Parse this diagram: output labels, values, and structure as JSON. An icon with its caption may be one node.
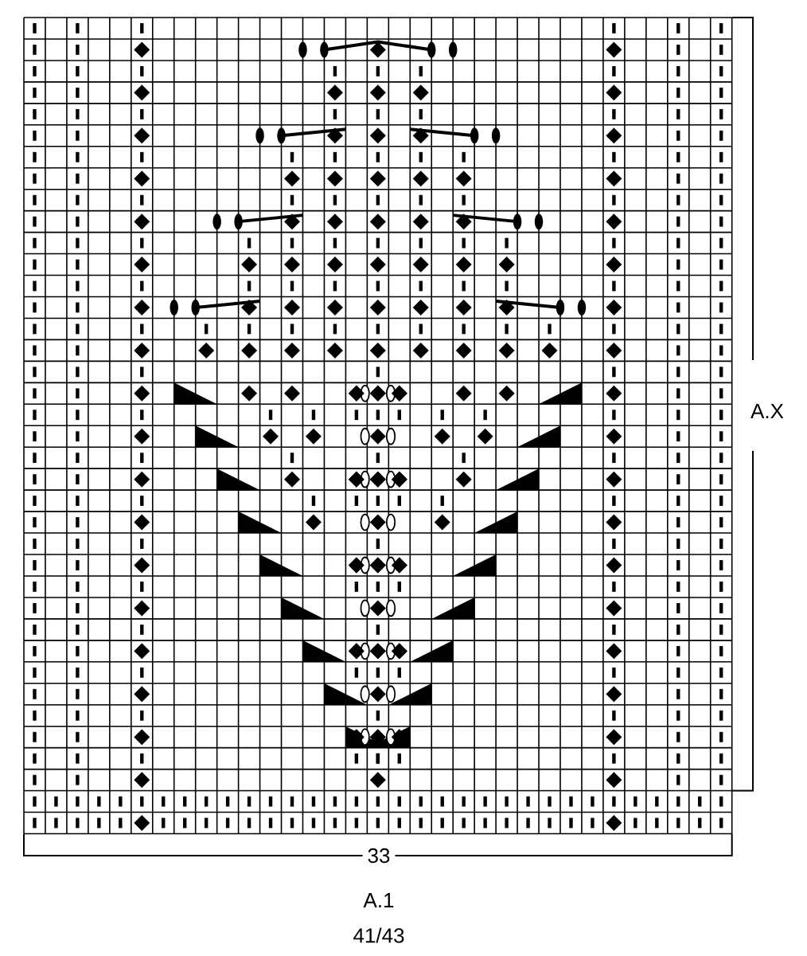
{
  "diagram": {
    "labels": [
      "A.X",
      "33",
      "A.1",
      "41/43"
    ]
  }
}
